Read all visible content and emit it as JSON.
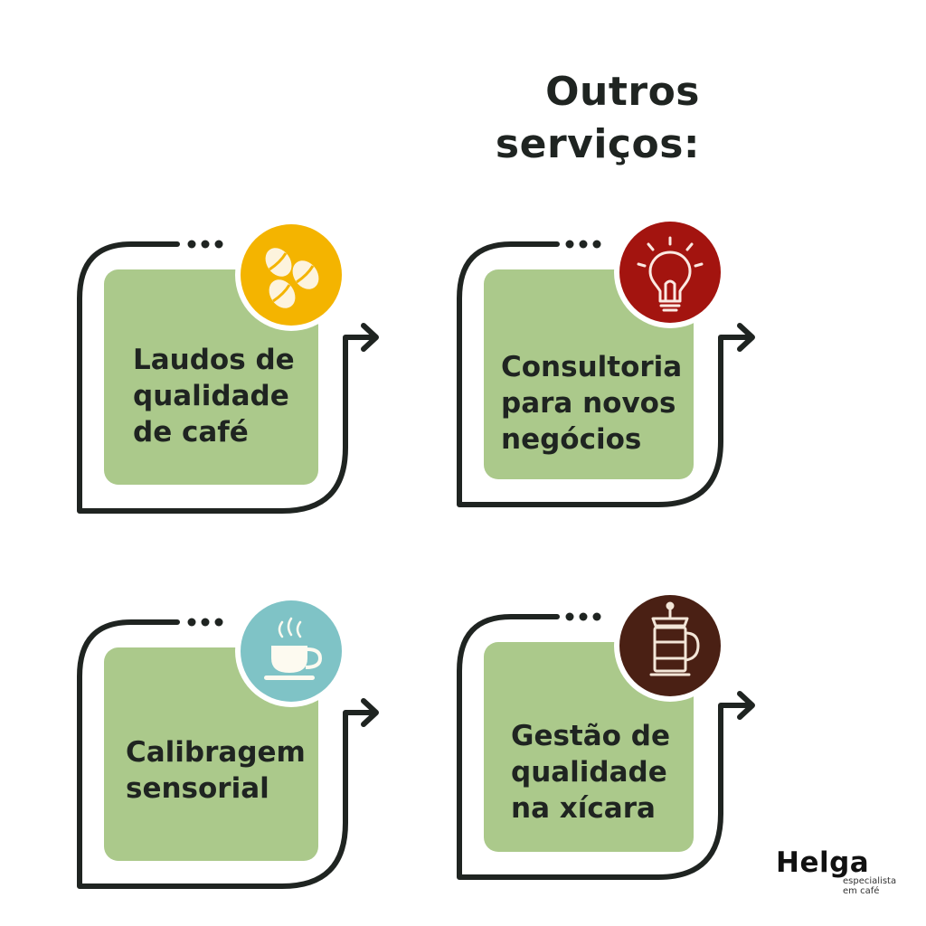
{
  "title": {
    "line1": "Outros",
    "line2": "serviços:"
  },
  "colors": {
    "card_green": "#abc98b",
    "frame": "#1f2421",
    "laudos_badge": "#f4b400",
    "consultoria_badge": "#a3140f",
    "calibragem_badge": "#7fc3c6",
    "gestao_badge": "#4a2014"
  },
  "cards": [
    {
      "lines": [
        "Laudos de",
        "qualidade",
        "de café"
      ],
      "icon": "coffee-beans-icon"
    },
    {
      "lines": [
        "Consultoria",
        "para novos",
        "negócios"
      ],
      "icon": "lightbulb-icon"
    },
    {
      "lines": [
        "Calibragem",
        "sensorial"
      ],
      "icon": "coffee-cup-icon"
    },
    {
      "lines": [
        "Gestão de",
        "qualidade",
        "na xícara"
      ],
      "icon": "french-press-icon"
    }
  ],
  "brand": {
    "name": "Helga",
    "tagline_line1": "especialista",
    "tagline_line2": "em café"
  }
}
